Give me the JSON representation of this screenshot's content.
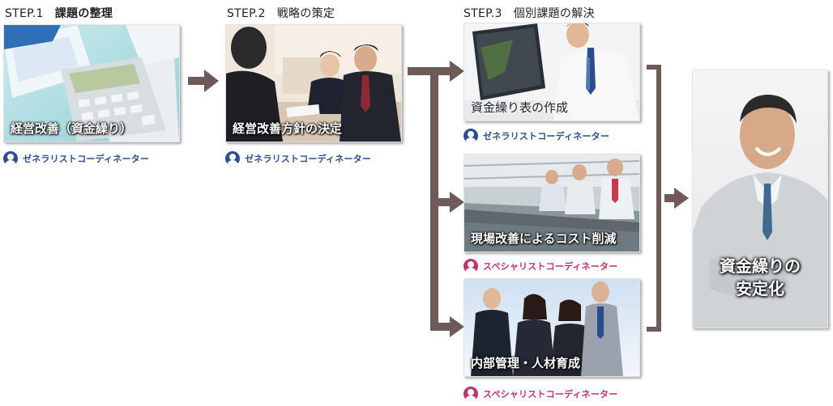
{
  "steps": [
    {
      "num": "STEP.1",
      "title": "課題の整理",
      "cards": [
        {
          "caption": "経営改善（資金繰り）",
          "role": "ゼネラリストコーディネーター",
          "role_type": "generalist"
        }
      ]
    },
    {
      "num": "STEP.2",
      "title": "戦略の策定",
      "cards": [
        {
          "caption": "経営改善方針の決定",
          "role": "ゼネラリストコーディネーター",
          "role_type": "generalist"
        }
      ]
    },
    {
      "num": "STEP.3",
      "title": "個別課題の解決",
      "cards": [
        {
          "caption": "資金繰り表の作成",
          "role": "ゼネラリストコーディネーター",
          "role_type": "generalist"
        },
        {
          "caption": "現場改善によるコスト削減",
          "role": "スペシャリストコーディネーター",
          "role_type": "specialist"
        },
        {
          "caption": "内部管理・人材育成",
          "role": "スペシャリストコーディネーター",
          "role_type": "specialist"
        }
      ]
    }
  ],
  "result": {
    "line1": "資金繰りの",
    "line2": "安定化"
  },
  "colors": {
    "arrow": "#6e5a57",
    "generalist": "#2c4e91",
    "specialist": "#c0326a"
  },
  "icons": {
    "role_badge": "person-badge-icon",
    "flow": "arrow-right-icon"
  }
}
